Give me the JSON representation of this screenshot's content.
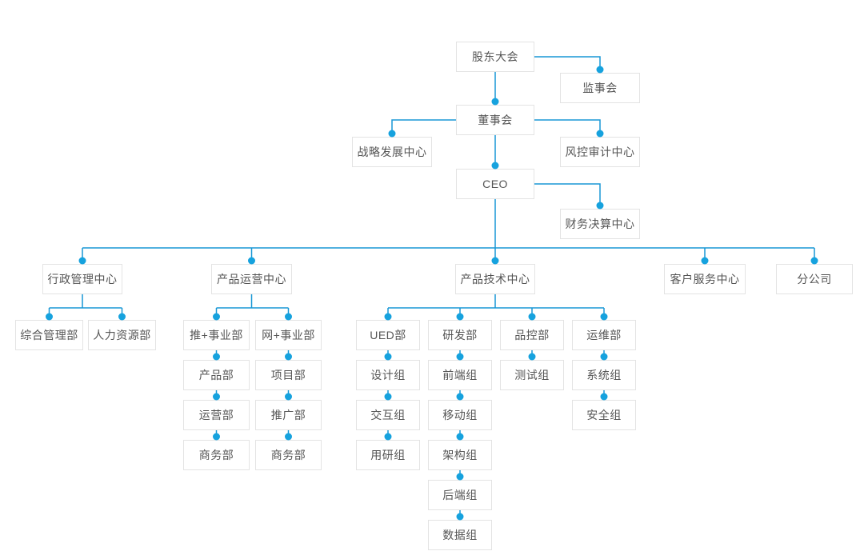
{
  "diagram": {
    "kind": "organizational-chart",
    "language": "zh-CN"
  },
  "colors": {
    "line": "#1897d5",
    "dot": "#16a2de",
    "border": "#e3e3e3",
    "text": "#555555",
    "background": "#ffffff"
  },
  "nodes": {
    "shareholders_meeting": {
      "label": "股东大会"
    },
    "supervisory_board": {
      "label": "监事会"
    },
    "board_of_directors": {
      "label": "董事会"
    },
    "strategy_development_center": {
      "label": "战略发展中心"
    },
    "risk_audit_center": {
      "label": "风控审计中心"
    },
    "ceo": {
      "label": "CEO"
    },
    "financial_settlement_center": {
      "label": "财务决算中心"
    },
    "admin_management_center": {
      "label": "行政管理中心"
    },
    "product_operations_center": {
      "label": "产品运营中心"
    },
    "product_technology_center": {
      "label": "产品技术中心"
    },
    "customer_service_center": {
      "label": "客户服务中心"
    },
    "branch_company": {
      "label": "分公司"
    },
    "general_management_dept": {
      "label": "综合管理部"
    },
    "human_resources_dept": {
      "label": "人力资源部"
    },
    "tui_plus_division": {
      "label": "推+事业部"
    },
    "wang_plus_division": {
      "label": "网+事业部"
    },
    "ued_dept": {
      "label": "UED部"
    },
    "rd_dept": {
      "label": "研发部"
    },
    "quality_control_dept": {
      "label": "品控部"
    },
    "operations_maintenance_dept": {
      "label": "运维部"
    },
    "product_dept": {
      "label": "产品部"
    },
    "operations_dept": {
      "label": "运营部"
    },
    "business_dept_1": {
      "label": "商务部"
    },
    "project_dept": {
      "label": "项目部"
    },
    "promotion_dept": {
      "label": "推广部"
    },
    "business_dept_2": {
      "label": "商务部"
    },
    "design_group": {
      "label": "设计组"
    },
    "interaction_group": {
      "label": "交互组"
    },
    "user_research_group": {
      "label": "用研组"
    },
    "frontend_group": {
      "label": "前端组"
    },
    "mobile_group": {
      "label": "移动组"
    },
    "architecture_group": {
      "label": "架构组"
    },
    "backend_group": {
      "label": "后端组"
    },
    "data_group": {
      "label": "数据组"
    },
    "testing_group": {
      "label": "测试组"
    },
    "system_group": {
      "label": "系统组"
    },
    "security_group": {
      "label": "安全组"
    }
  },
  "structure": {
    "shareholders_meeting": [
      "supervisory_board",
      "board_of_directors"
    ],
    "board_of_directors": [
      "strategy_development_center",
      "risk_audit_center",
      "ceo"
    ],
    "ceo": [
      "financial_settlement_center",
      "admin_management_center",
      "product_operations_center",
      "product_technology_center",
      "customer_service_center",
      "branch_company"
    ],
    "admin_management_center": [
      "general_management_dept",
      "human_resources_dept"
    ],
    "product_operations_center": [
      "tui_plus_division",
      "wang_plus_division"
    ],
    "product_technology_center": [
      "ued_dept",
      "rd_dept",
      "quality_control_dept",
      "operations_maintenance_dept"
    ],
    "tui_plus_division": [
      "product_dept"
    ],
    "product_dept": [
      "operations_dept"
    ],
    "operations_dept": [
      "business_dept_1"
    ],
    "wang_plus_division": [
      "project_dept"
    ],
    "project_dept": [
      "promotion_dept"
    ],
    "promotion_dept": [
      "business_dept_2"
    ],
    "ued_dept": [
      "design_group"
    ],
    "design_group": [
      "interaction_group"
    ],
    "interaction_group": [
      "user_research_group"
    ],
    "rd_dept": [
      "frontend_group"
    ],
    "frontend_group": [
      "mobile_group"
    ],
    "mobile_group": [
      "architecture_group"
    ],
    "architecture_group": [
      "backend_group"
    ],
    "backend_group": [
      "data_group"
    ],
    "quality_control_dept": [
      "testing_group"
    ],
    "operations_maintenance_dept": [
      "system_group"
    ],
    "system_group": [
      "security_group"
    ]
  }
}
